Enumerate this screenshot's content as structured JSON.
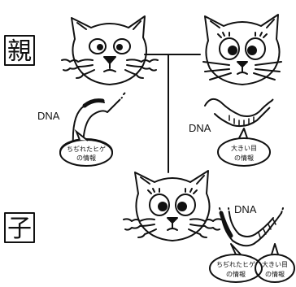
{
  "labels": {
    "parent": "親",
    "child": "子"
  },
  "parents": {
    "father_dna_label": "DNA",
    "father_bubble": [
      "ちぢれたヒゲ",
      "の情報"
    ],
    "mother_dna_label": "DNA",
    "mother_bubble": [
      "大きい目",
      "の情報"
    ]
  },
  "child": {
    "dna_label": "DNA",
    "bubble_left": [
      "ちぢれたヒゲ",
      "の情報"
    ],
    "bubble_right": [
      "大きい目",
      "の情報"
    ]
  }
}
